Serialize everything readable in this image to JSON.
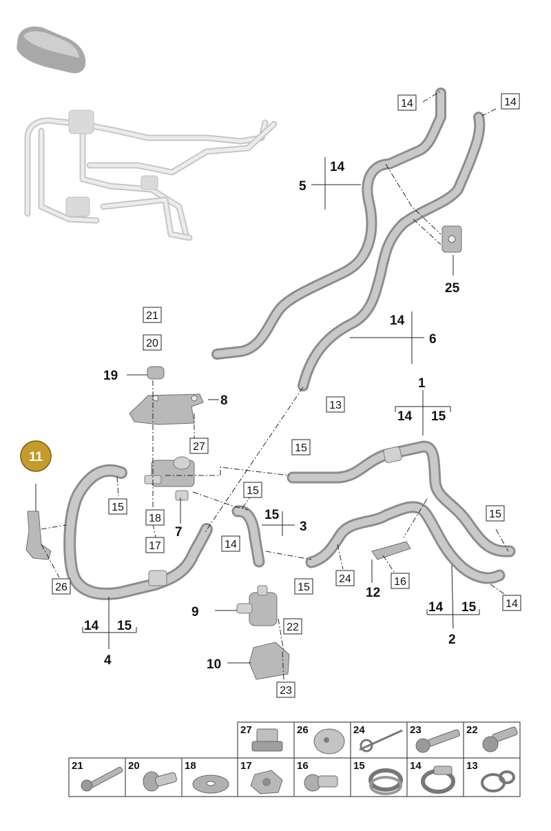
{
  "highlight_badge": {
    "label": "11",
    "color": "#c59b2c"
  },
  "callouts": [
    {
      "id": "c1",
      "label": "1"
    },
    {
      "id": "c2",
      "label": "2"
    },
    {
      "id": "c3",
      "label": "3"
    },
    {
      "id": "c4",
      "label": "4"
    },
    {
      "id": "c5",
      "label": "5"
    },
    {
      "id": "c6",
      "label": "6"
    },
    {
      "id": "c7",
      "label": "7"
    },
    {
      "id": "c8",
      "label": "8"
    },
    {
      "id": "c9",
      "label": "9"
    },
    {
      "id": "c10",
      "label": "10"
    },
    {
      "id": "c12",
      "label": "12"
    },
    {
      "id": "c19",
      "label": "19"
    },
    {
      "id": "c25",
      "label": "25"
    }
  ],
  "group_labels": {
    "g5": "14",
    "g6": "14",
    "g3": "15",
    "g1_left": "14",
    "g1_right": "15",
    "g2_left": "14",
    "g2_right": "15",
    "g4_left": "14",
    "g4_right": "15"
  },
  "boxed_refs": [
    {
      "id": "b14a",
      "label": "14"
    },
    {
      "id": "b14b",
      "label": "14"
    },
    {
      "id": "b21",
      "label": "21"
    },
    {
      "id": "b20",
      "label": "20"
    },
    {
      "id": "b27",
      "label": "27"
    },
    {
      "id": "b13",
      "label": "13"
    },
    {
      "id": "b15a",
      "label": "15"
    },
    {
      "id": "b15b",
      "label": "15"
    },
    {
      "id": "b15c",
      "label": "15"
    },
    {
      "id": "b15d",
      "label": "15"
    },
    {
      "id": "b15e",
      "label": "15"
    },
    {
      "id": "b18",
      "label": "18"
    },
    {
      "id": "b17",
      "label": "17"
    },
    {
      "id": "b14c",
      "label": "14"
    },
    {
      "id": "b24",
      "label": "24"
    },
    {
      "id": "b16",
      "label": "16"
    },
    {
      "id": "b14d",
      "label": "14"
    },
    {
      "id": "b26",
      "label": "26"
    },
    {
      "id": "b22",
      "label": "22"
    },
    {
      "id": "b23",
      "label": "23"
    }
  ],
  "parts_table": {
    "row1": [
      "27",
      "26",
      "24",
      "23",
      "22"
    ],
    "row2": [
      "21",
      "20",
      "18",
      "17",
      "16",
      "15",
      "14",
      "13"
    ]
  }
}
